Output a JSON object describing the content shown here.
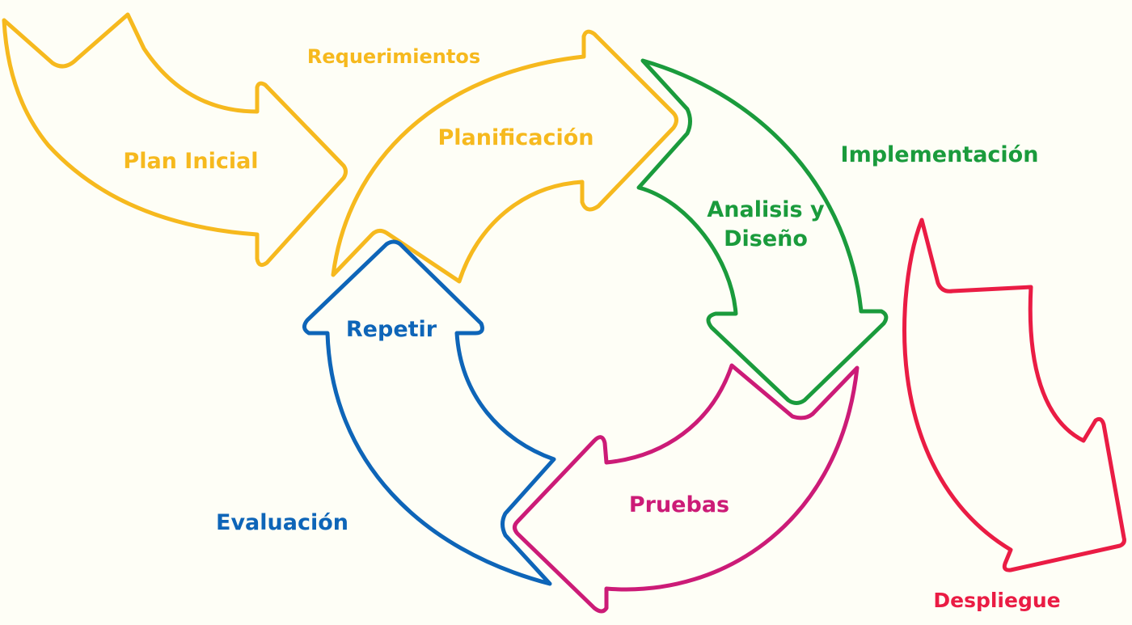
{
  "colors": {
    "background": "#fefef6",
    "yellow": "#f6b91e",
    "green": "#1a9b3c",
    "blue": "#0e65b8",
    "magenta": "#cc1b77",
    "red": "#ea1c44"
  },
  "labels": {
    "plan_inicial": "Plan Inicial",
    "requerimientos": "Requerimientos",
    "planificacion": "Planificación",
    "implementacion": "Implementación",
    "analisis_line1": "Analisis y",
    "analisis_line2": "Diseño",
    "repetir": "Repetir",
    "evaluacion": "Evaluación",
    "pruebas": "Pruebas",
    "despliegue": "Despliegue"
  }
}
